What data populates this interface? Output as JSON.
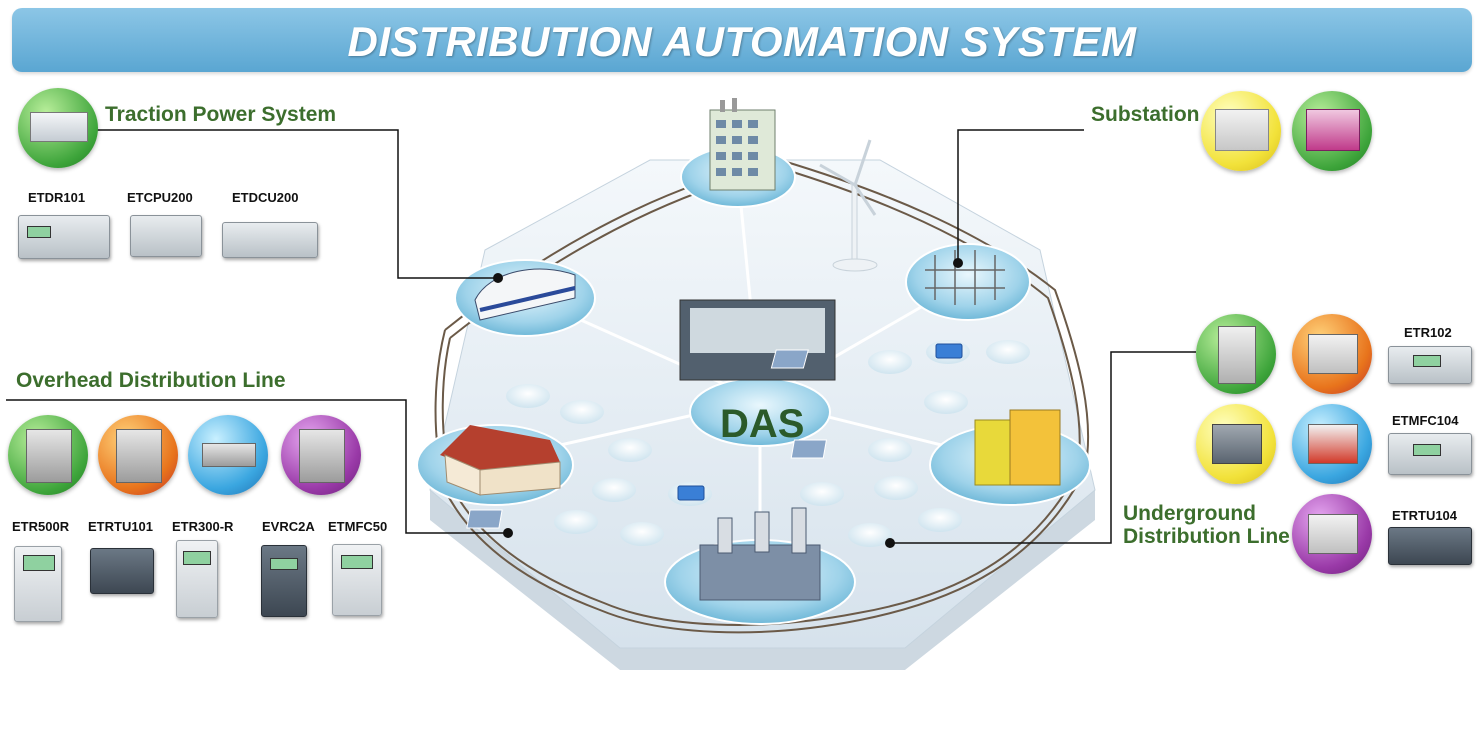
{
  "banner": {
    "title": "DISTRIBUTION AUTOMATION SYSTEM"
  },
  "traction": {
    "heading": "Traction Power System",
    "models": [
      "ETDR101",
      "ETCPU200",
      "ETDCU200"
    ]
  },
  "substation": {
    "heading": "Substation"
  },
  "overhead": {
    "heading": "Overhead Distribution Line",
    "models": [
      "ETR500R",
      "ETRTU101",
      "ETR300-R",
      "EVRC2A",
      "ETMFC50"
    ]
  },
  "underground": {
    "heading_line1": "Underground",
    "heading_line2": "Distribution Line",
    "models": [
      "ETR102",
      "ETMFC104",
      "ETRTU104"
    ]
  },
  "center": {
    "label": "DAS"
  },
  "colors": {
    "banner": "#6fb3dc",
    "heading_green": "#3c6e2d",
    "platform": "#e3ebf2"
  },
  "icons": [
    "traction-switchgear-icon",
    "substation-switchgear-icon",
    "recloser-icon",
    "train-icon",
    "building-icon",
    "factory-icon",
    "house-icon",
    "wind-turbine-icon",
    "solar-panel-icon",
    "battery-icon"
  ]
}
